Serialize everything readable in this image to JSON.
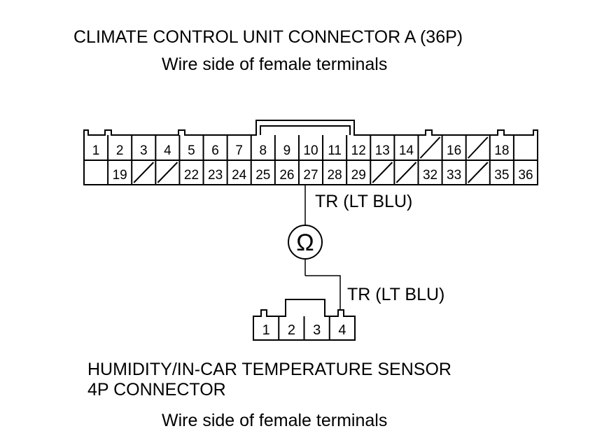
{
  "top_connector": {
    "title": "CLIMATE CONTROL UNIT CONNECTOR A (36P)",
    "subtitle": "Wire side of female terminals",
    "row1": [
      "1",
      "2",
      "3",
      "4",
      "5",
      "6",
      "7",
      "8",
      "9",
      "10",
      "11",
      "12",
      "13",
      "14",
      "/",
      "16",
      "/",
      "18",
      ""
    ],
    "row2": [
      "",
      "19",
      "/",
      "/",
      "22",
      "23",
      "24",
      "25",
      "26",
      "27",
      "28",
      "29",
      "/",
      "/",
      "32",
      "33",
      "/",
      "35",
      "36"
    ]
  },
  "meter": {
    "symbol": "Ω"
  },
  "wire_labels": {
    "upper": "TR (LT BLU)",
    "lower": "TR (LT BLU)"
  },
  "bottom_connector": {
    "pins": [
      "1",
      "2",
      "3",
      "4"
    ],
    "title_line1": "HUMIDITY/IN-CAR TEMPERATURE SENSOR",
    "title_line2": "4P CONNECTOR",
    "subtitle": "Wire side of female terminals"
  }
}
